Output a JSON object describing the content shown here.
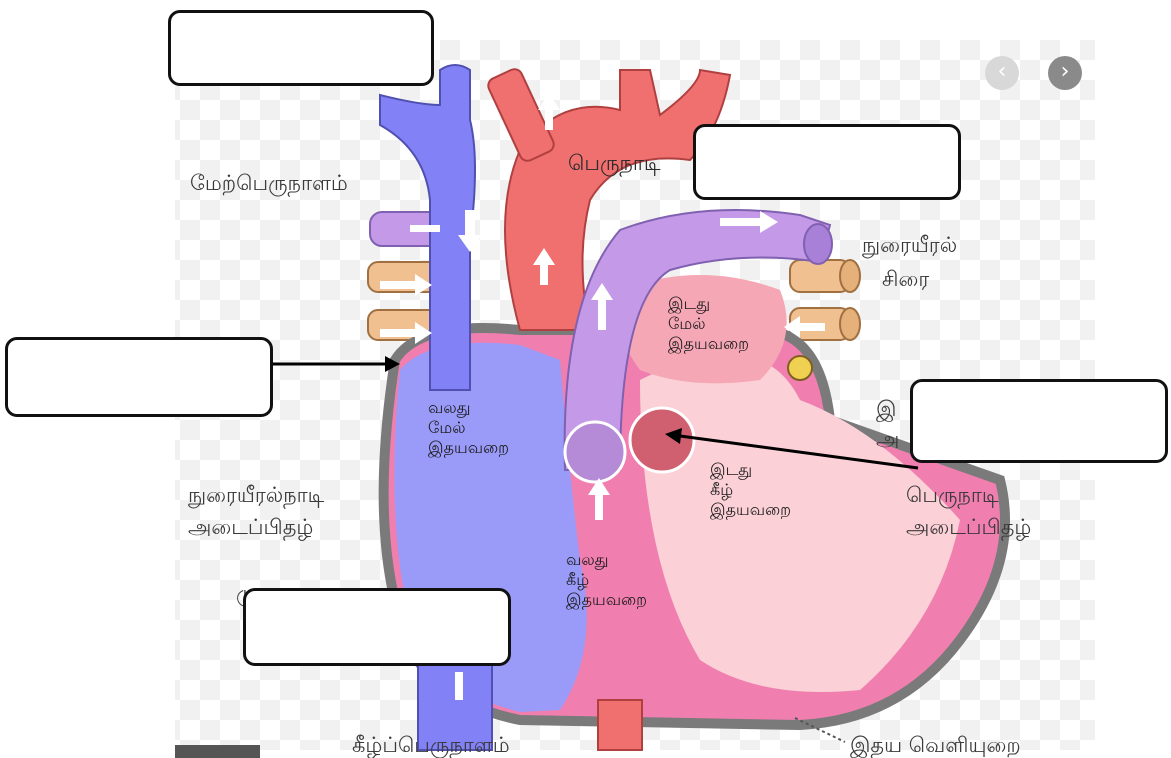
{
  "labels": {
    "superior_vena_cava": "மேற்பெருநாளம்",
    "aorta": "பெருநாடி",
    "pulmonary_vein_line1": "நுரையீரல்",
    "pulmonary_vein_line2": "சிரை",
    "left_atrium_line1": "இடது",
    "left_atrium_line2": "மேல்",
    "left_atrium_line3": "இதயவறை",
    "right_atrium_line1": "வலது",
    "right_atrium_line2": "மேல்",
    "right_atrium_line3": "இதயவறை",
    "left_ventricle_line1": "இடது",
    "left_ventricle_line2": "கீழ்",
    "left_ventricle_line3": "இதயவறை",
    "right_ventricle_line1": "வலது",
    "right_ventricle_line2": "கீழ்",
    "right_ventricle_line3": "இதயவறை",
    "pulmonary_valve_line1": "நுரையீரல்நாடி",
    "pulmonary_valve_line2": "அடைப்பிதழ்",
    "aortic_valve_line1": "பெருநாடி",
    "aortic_valve_line2": "அடைப்பிதழ்",
    "inferior_vena_cava": "கீழ்ப்பெருநாளம்",
    "pericardium": "இதய வெளியுறை",
    "partial_right": "இ",
    "partial_right2": "அ",
    "partial_left": "மு"
  },
  "colors": {
    "vein_blue": "#7f7ff5",
    "artery_red": "#f07070",
    "pulmonary_purple": "#c49ae8",
    "pulmonary_vein_tan": "#f0c090",
    "heart_pink": "#f07fb0",
    "chamber_pale": "#fbd0d6"
  },
  "nav_icons": [
    "chevron-left-icon",
    "chevron-right-icon"
  ]
}
